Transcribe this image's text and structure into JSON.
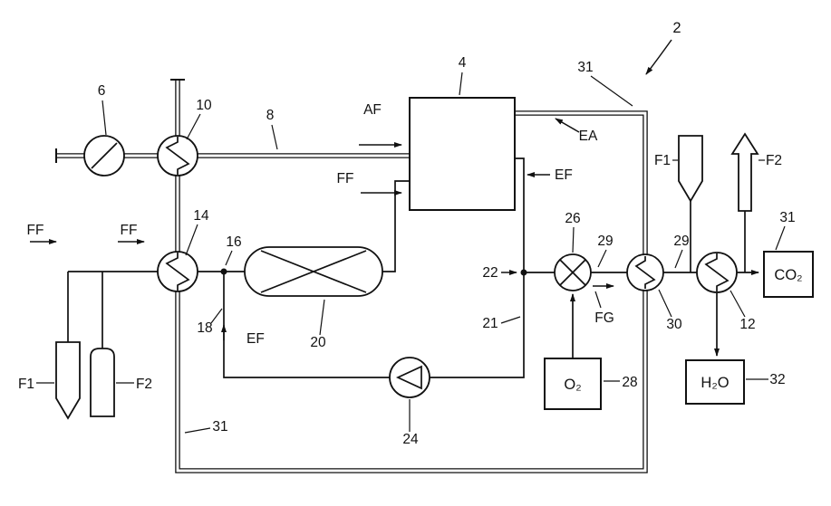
{
  "figure": {
    "background": "#ffffff",
    "line_color": "#111111",
    "reference_numerals": {
      "system": "2",
      "fuel_cell": "4",
      "blower": "6",
      "air_line": "8",
      "heat_exchanger_10": "10",
      "heat_exchanger_12": "12",
      "heat_exchanger_14": "14",
      "junction_16": "16",
      "junction_18": "18",
      "reformer_20": "20",
      "line_21": "21",
      "junction_22": "22",
      "pump_24": "24",
      "mixer_26": "26",
      "oxygen_supply_28": "28",
      "line_29": "29",
      "heat_exchanger_30": "30",
      "conduit_31": "31",
      "water_outlet_32": "32"
    },
    "flow_labels": {
      "AF": "AF",
      "FF": "FF",
      "EA": "EA",
      "EF": "EF",
      "FG": "FG"
    },
    "fuel_labels": {
      "F1": "F1",
      "F2": "F2"
    },
    "substance_boxes": {
      "O2": "O₂",
      "CO2": "CO₂",
      "H2O": "H₂O"
    }
  }
}
